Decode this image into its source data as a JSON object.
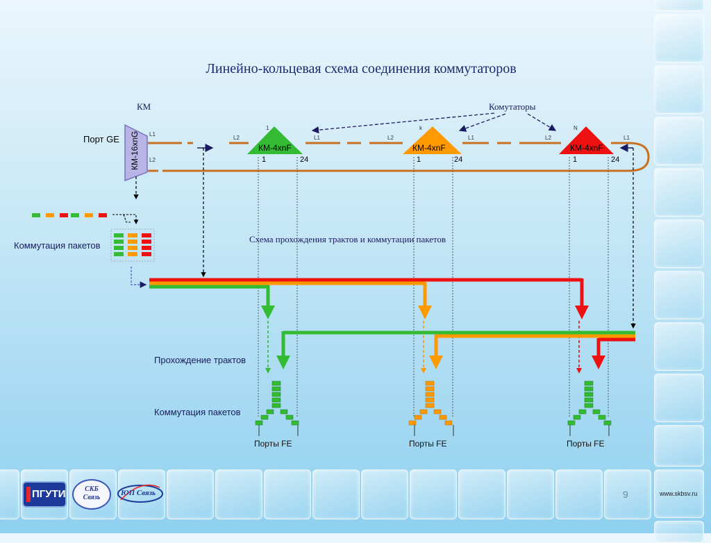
{
  "slide": {
    "title": "Линейно-кольцевая схема соединения коммутаторов",
    "subtitle": "Схема прохождения трактов и коммутации пакетов",
    "page_number": "9",
    "website": "www.skbsv.ru"
  },
  "labels": {
    "km": "КМ",
    "switches_note": "Комутаторы",
    "port_ge": "Порт GE",
    "packet_switching_left": "Коммутация пакетов",
    "path_passing": "Прохождение трактов",
    "packet_switching_bottom": "Коммутация пакетов"
  },
  "km16": {
    "name": "КМ-16xnG",
    "l1": "L1",
    "l2": "L2"
  },
  "switches": [
    {
      "name": "КМ-4xnF",
      "index": "1",
      "l2": "L2",
      "l1": "L1",
      "port_a": "1",
      "port_b": "24",
      "color": "#33bb33",
      "ports_label": "Порты FE"
    },
    {
      "name": "КМ-4xnF",
      "index": "k",
      "l2": "L2",
      "l1": "L1",
      "port_a": "1",
      "port_b": "24",
      "color": "#ff9900",
      "ports_label": "Порты FE"
    },
    {
      "name": "КМ-4xnF",
      "index": "N",
      "l2": "L2",
      "l1": "L1",
      "port_a": "1",
      "port_b": "24",
      "color": "#ee1111",
      "ports_label": "Порты FE"
    }
  ],
  "colors": {
    "ring": "#c87020",
    "green": "#33bb33",
    "orange": "#ff9900",
    "red": "#ee1111",
    "title": "#1a2a6c"
  },
  "logos": [
    {
      "name": "ПГУТИ"
    },
    {
      "name": "СКБ Связь"
    },
    {
      "name": "ЮП Связь"
    }
  ]
}
